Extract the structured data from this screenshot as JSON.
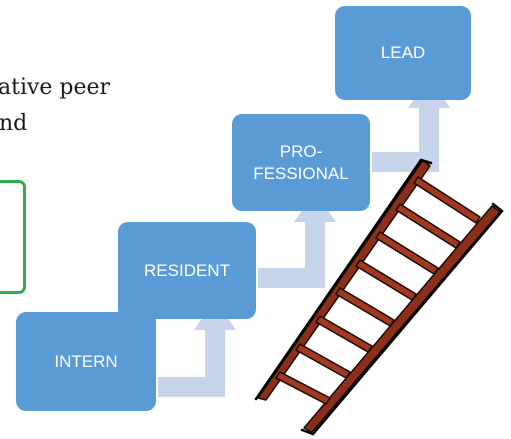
{
  "slide_text": {
    "line1": "ative peer",
    "line2": "nd"
  },
  "stages": [
    {
      "label": "INTERN"
    },
    {
      "label": "RESIDENT"
    },
    {
      "label": "PRO-\nFESSIONAL"
    },
    {
      "label": "LEAD"
    }
  ],
  "colors": {
    "stage_fill": "#5b9bd5",
    "arrow_fill": "#c6d5ea",
    "callout_border": "#2eae4e",
    "ladder": "#8b2e1a"
  }
}
